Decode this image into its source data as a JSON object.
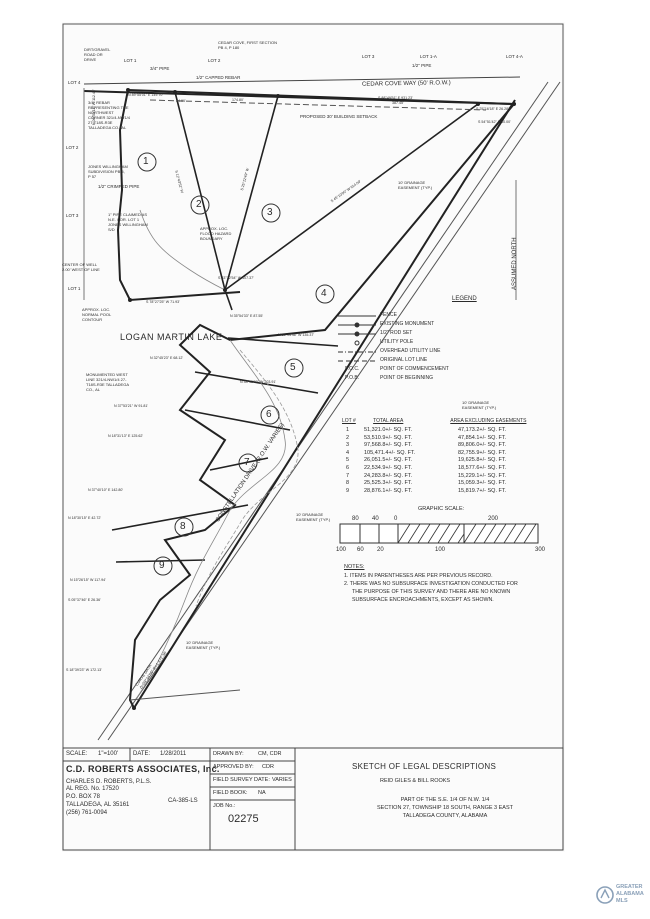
{
  "plat": {
    "top_labels": {
      "road": "DIRT/GRAVEL ROAD OR DRIVE",
      "lot1": "LOT 1",
      "lot2": "LOT 2",
      "lot3": "LOT 3",
      "lot1a": "LOT 1-A",
      "lot4a": "LOT 4-A",
      "cedar_cove_section": "CEDAR COVE, FIRST SECTION PB 4, P 180",
      "pipe_34": "3/4\" PIPE",
      "pipe_12": "1/2\" PIPE",
      "capped_rebar": "1/2\" CAPPED REBAR",
      "cedar_cove_way": "CEDAR COVE WAY (50' R.O.W.)",
      "lot4": "LOT 4"
    },
    "left_labels": {
      "rebar_34": "3/4\" REBAR REPRESENTING THE NORTHWEST CORNER 321/4-NW1/4 27-T18S-R3E TALLADEGA CO., AL",
      "lot2_left": "LOT 2",
      "jones_willingham": "JONES WILLINGHAM SUBDIVISION PB 5, P 57",
      "crimped_pipe": "1/2\" CRIMPED PIPE",
      "lot3_left": "LOT 3",
      "pipe_jones": "1\" PIPE CLAIMED AS N.E. COR. LOT 1 JONES WILLINGHAM S/D",
      "center_of_well": "CENTER OF WELL 2.00' WEST OF LINE",
      "lot1_left": "LOT 1",
      "approx_loc": "APPROX. LOC. NORMAL POOL CONTOUR",
      "flood_boundary": "APPROX. LOC. FLOOD HAZARD BOUNDARY",
      "logan_martin": "LOGAN MARTIN LAKE",
      "monumented": "MONUMENTED WEST LINE 321/4-NW1/4 27-T18S-R3E TALLADEGA CO., AL",
      "curve_data": "CURVE DATA Δ=09°34'05\" R=1,472.36'"
    },
    "setback": "PROPOSED 30' BUILDING SETBACK",
    "drainage": "10' DRAINAGE EASEMENT (TYP.)",
    "constellation": "CONSTELLATION DRIVE (R.O.W. VARIES)",
    "assumed_north": "ASSUMED NORTH",
    "lot_numbers": [
      "1",
      "2",
      "3",
      "4",
      "5",
      "6",
      "7",
      "8",
      "9"
    ],
    "bearings": [
      "N 89°55'01\" E 149.70'",
      "24.96'",
      "174.80'",
      "S 88°49'51\" E 931.23'",
      "387.45'",
      "S 25°16'18\" E 26.28'",
      "S 54°51'42\" E 10.00'",
      "N 06°53'11\" W 112.45'",
      "S 12°43'52\" W",
      "S 25°12'49\" W",
      "S 45°10'00\" W 614.00'",
      "S 83°32'54\" W 107.37'",
      "S 78°27'25\" W 71.93'",
      "N 35°54'33\" E 87.55'",
      "N 89°14'46\" W 135.37'",
      "N 33°45'00\" W 203.91'",
      "N 32°45'23\" E 68.12'",
      "N 37°53'21\" W 91.81'",
      "N 18°31'13\" E 125.62'",
      "N 37°40'10\" E 142.80'",
      "N 18°30'15\" E 42.72'",
      "N 15°26'15\" W 117.94'",
      "S 05°37'46\" E 26.36'",
      "S 18°39'23\" W 172.13'"
    ]
  },
  "legend": {
    "title": "LEGEND",
    "items": [
      {
        "symbol": "—x—x—",
        "label": "FENCE"
      },
      {
        "symbol": "—●—",
        "label": "EXISTING MONUMENT"
      },
      {
        "symbol": "—●—",
        "label": "1/2\" ROD SET"
      },
      {
        "symbol": "○",
        "label": "UTILITY POLE"
      },
      {
        "symbol": "— · — · —",
        "label": "OVERHEAD UTILITY LINE"
      },
      {
        "symbol": "— — —",
        "label": "ORIGINAL LOT LINE"
      },
      {
        "symbol": "P.O.C.",
        "label": "POINT OF COMMENCEMENT"
      },
      {
        "symbol": "P.O.B.",
        "label": "POINT OF BEGINNING"
      }
    ]
  },
  "area_table": {
    "headers": [
      "LOT #",
      "TOTAL AREA",
      "AREA EXCLUDING EASEMENTS"
    ],
    "rows": [
      [
        "1",
        "51,321.0+/- SQ. FT.",
        "47,173.2+/- SQ. FT."
      ],
      [
        "2",
        "53,510.9+/- SQ. FT.",
        "47,854.1+/- SQ. FT."
      ],
      [
        "3",
        "97,568.8+/- SQ. FT.",
        "89,806.0+/- SQ. FT."
      ],
      [
        "4",
        "105,471.4+/- SQ. FT.",
        "82,755.9+/- SQ. FT."
      ],
      [
        "5",
        "26,051.5+/- SQ. FT.",
        "19,625.8+/- SQ. FT."
      ],
      [
        "6",
        "22,534.9+/- SQ. FT.",
        "18,577.6+/- SQ. FT."
      ],
      [
        "7",
        "24,283.8+/- SQ. FT.",
        "15,229.1+/- SQ. FT."
      ],
      [
        "8",
        "25,525.3+/- SQ. FT.",
        "15,059.3+/- SQ. FT."
      ],
      [
        "9",
        "28,876.1+/- SQ. FT.",
        "15,819.7+/- SQ. FT."
      ]
    ]
  },
  "scale": {
    "title": "GRAPHIC SCALE:",
    "top_ticks": [
      "80",
      "40",
      "0",
      "200"
    ],
    "bottom_ticks": [
      "100",
      "60",
      "20",
      "100",
      "300"
    ]
  },
  "notes": {
    "title": "NOTES:",
    "items": [
      "1.  ITEMS IN PARENTHESES ARE PER PREVIOUS RECORD.",
      "2.  THERE WAS NO SUBSURFACE INVESTIGATION CONDUCTED FOR",
      "THE PURPOSE OF THIS SURVEY AND THERE ARE NO KNOWN",
      "SUBSURFACE ENCROACHMENTS, EXCEPT AS SHOWN."
    ]
  },
  "title_block": {
    "scale_label": "SCALE:",
    "scale_value": "1\"=100'",
    "date_label": "DATE:",
    "date_value": "1/28/2011",
    "drawn_by_label": "DRAWN BY:",
    "drawn_by_value": "CM, CDR",
    "approved_by_label": "APPROVED BY:",
    "approved_by_value": "CDR",
    "field_survey_label": "FIELD SURVEY DATE:",
    "field_survey_value": "VARIES",
    "field_book_label": "FIELD BOOK:",
    "field_book_value": "NA",
    "job_no_label": "JOB No.:",
    "job_no_value": "02275",
    "firm_name": "C.D. ROBERTS ASSOCIATES, Inc.",
    "firm_lines": [
      "CHARLES D. ROBERTS, P.L.S.",
      "AL REG. No. 17520",
      "P.O. BOX 78",
      "TALLADEGA, AL 35161",
      "(256) 761-0094"
    ],
    "ca_number": "CA-385-LS",
    "sketch_title": "SKETCH OF LEGAL DESCRIPTIONS",
    "client": "REID GILES & BILL ROOKS",
    "location_lines": [
      "PART OF THE S.E. 1/4 OF N.W. 1/4",
      "SECTION 27, TOWNSHIP 18 SOUTH, RANGE 3 EAST",
      "TALLADEGA COUNTY, ALABAMA"
    ]
  },
  "watermark": {
    "line1": "GREATER",
    "line2": "ALABAMA",
    "line3": "MLS"
  }
}
